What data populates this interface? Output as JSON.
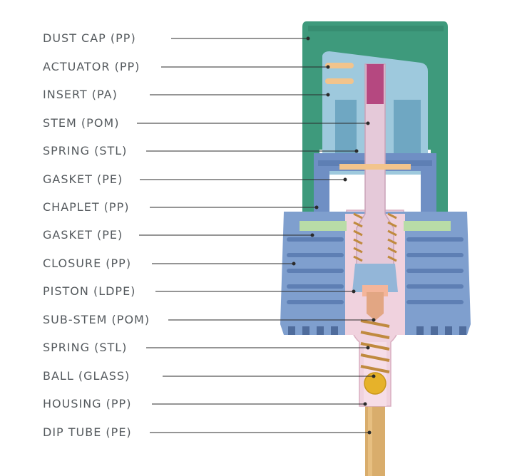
{
  "parts": [
    {
      "label": "DUST CAP (PP)"
    },
    {
      "label": "ACTUATOR (PP)"
    },
    {
      "label": "INSERT (PA)"
    },
    {
      "label": "STEM (POM)"
    },
    {
      "label": "SPRING (STL)"
    },
    {
      "label": "GASKET (PE)"
    },
    {
      "label": "CHAPLET (PP)"
    },
    {
      "label": "GASKET (PE)"
    },
    {
      "label": "CLOSURE (PP)"
    },
    {
      "label": "PISTON (LDPE)"
    },
    {
      "label": "SUB-STEM (POM)"
    },
    {
      "label": "SPRING (STL)"
    },
    {
      "label": "BALL (GLASS)"
    },
    {
      "label": "HOUSING (PP)"
    },
    {
      "label": "DIP TUBE (PE)"
    }
  ],
  "colors": {
    "dust_cap": "#3e9a7c",
    "dust_cap_dark": "#2f7f66",
    "actuator": "#9ec9dd",
    "actuator_dark": "#6fa7c2",
    "stem": "#e5c9d9",
    "insert": "#b54880",
    "closure": "#7f9fce",
    "closure_dark": "#5e7fb4",
    "gasket": "#b8dca7",
    "housing": "#f0d2de",
    "spring": "#c08a3e",
    "ball": "#e6b22a",
    "dip_tube": "#d9ad6c",
    "leader": "#2b2b2b",
    "text": "#555a5e"
  }
}
